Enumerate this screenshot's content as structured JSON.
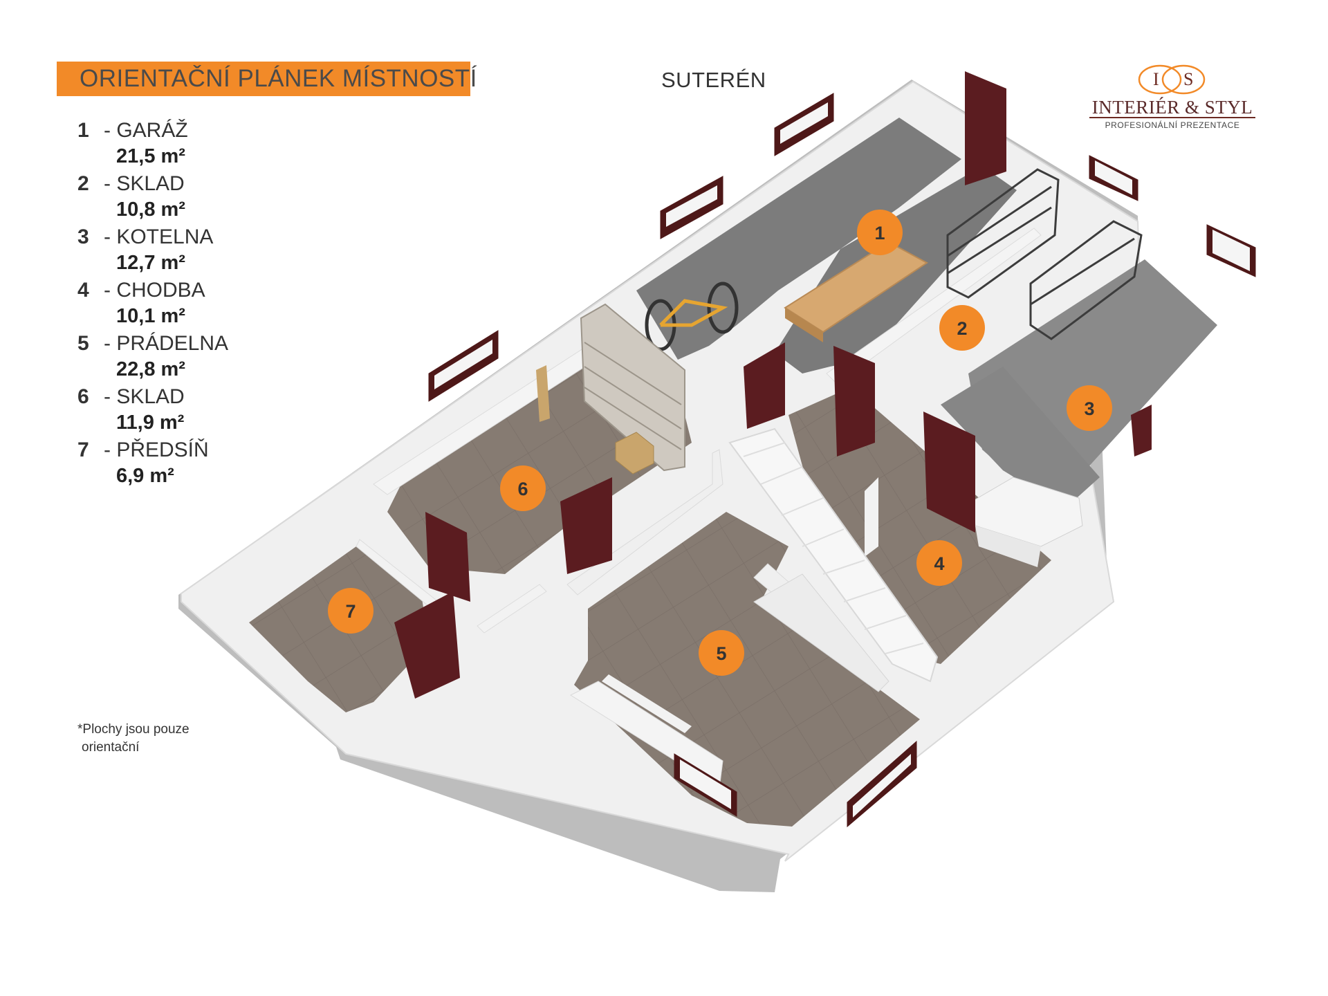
{
  "title": "ORIENTAČNÍ PLÁNEK MÍSTNOSTÍ",
  "floor": "SUTERÉN",
  "rooms": [
    {
      "number": "1",
      "name": "- GARÁŽ",
      "area": "21,5 m²"
    },
    {
      "number": "2",
      "name": "- SKLAD",
      "area": "10,8 m²"
    },
    {
      "number": "3",
      "name": "- KOTELNA",
      "area": "12,7 m²"
    },
    {
      "number": "4",
      "name": "- CHODBA",
      "area": "10,1 m²"
    },
    {
      "number": "5",
      "name": "- PRÁDELNA",
      "area": "22,8 m²"
    },
    {
      "number": "6",
      "name": "- SKLAD",
      "area": "11,9 m²"
    },
    {
      "number": "7",
      "name": "- PŘEDSÍŇ",
      "area": "6,9 m²"
    }
  ],
  "footnote": {
    "line1": "*Plochy jsou pouze",
    "line2": "orientační"
  },
  "logo": {
    "mark_left": "I",
    "mark_right": "S",
    "brand": "INTERIÉR & STYL",
    "tagline": "PROFESIONÁLNÍ PREZENTACE"
  },
  "colors": {
    "accent": "#f28a28",
    "door": "#5b1c20",
    "wall": "#f2f2f2",
    "floor_concrete": "#7d7d7d",
    "floor_tile": "#857a72"
  }
}
